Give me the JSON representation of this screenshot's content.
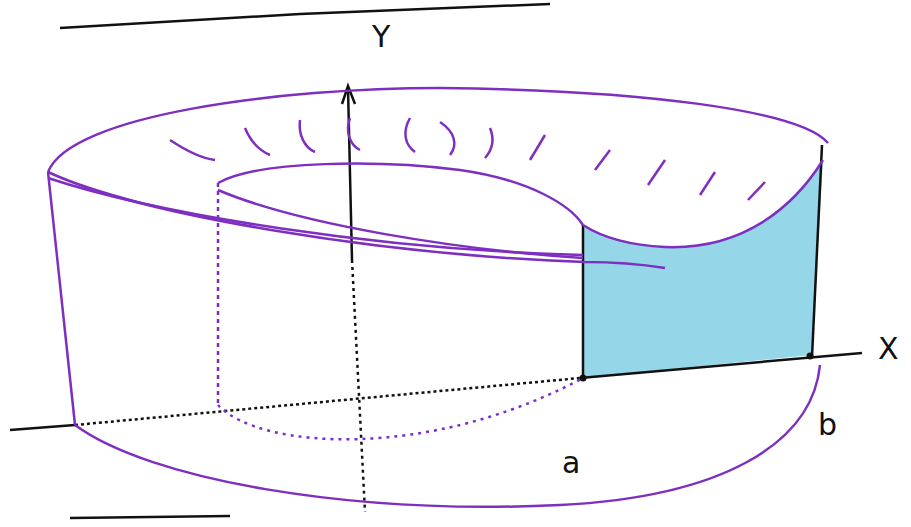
{
  "diagram": {
    "labels": [
      "Y",
      "X",
      "a",
      "b"
    ]
  }
}
